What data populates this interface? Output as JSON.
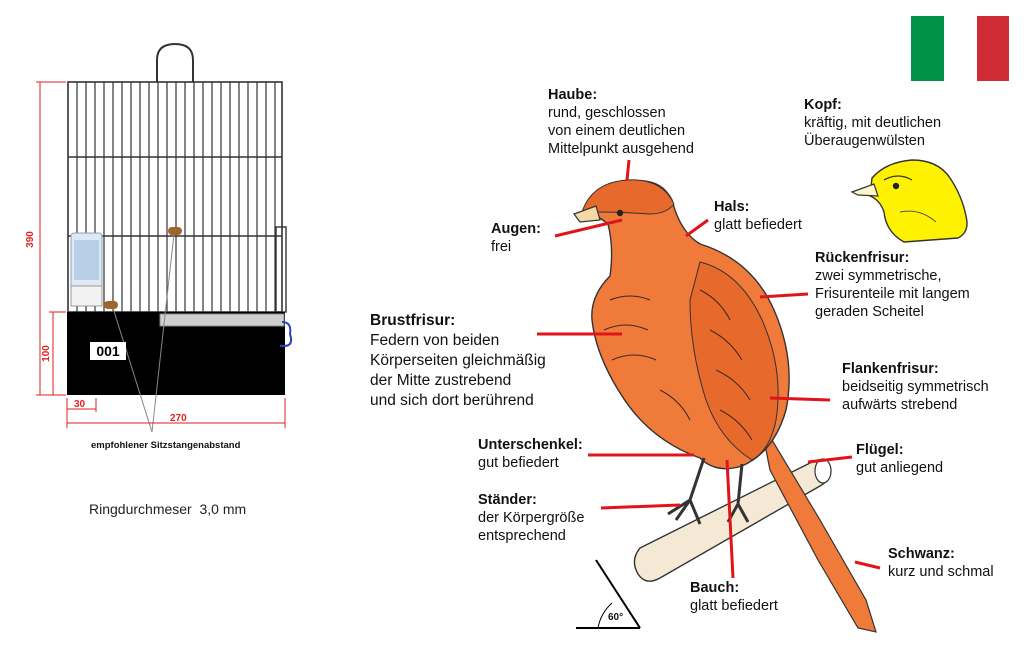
{
  "cage": {
    "dimensions": {
      "height": "390",
      "base_height": "100",
      "width": "270",
      "perch_offset": "30"
    },
    "cage_number": "001",
    "perch_note": "empfohlener Sitzstangenabstand"
  },
  "ring_note": "Ringdurchmeser  3,0 mm",
  "angle_label": "60°",
  "flag_colors": [
    "#009246",
    "#ffffff",
    "#ce2b37"
  ],
  "colors": {
    "bird": "#f07a3a",
    "leader": "#e0151b",
    "head_yellow": "#fff200",
    "cage_base": "#000000",
    "dim_red": "#d22222"
  },
  "labels": {
    "haube": {
      "title": "Haube:",
      "lines": [
        "rund, geschlossen",
        "von einem deutlichen",
        "Mittelpunkt ausgehend"
      ]
    },
    "kopf": {
      "title": "Kopf:",
      "lines": [
        "kräftig, mit deutlichen",
        "Überaugenwülsten"
      ]
    },
    "augen": {
      "title": "Augen:",
      "lines": [
        "frei"
      ]
    },
    "hals": {
      "title": "Hals:",
      "lines": [
        "glatt befiedert"
      ]
    },
    "ruecken": {
      "title": "Rückenfrisur:",
      "lines": [
        "zwei symmetrische,",
        "Frisurenteile mit langem",
        "geraden Scheitel"
      ]
    },
    "brust": {
      "title": "Brustfrisur:",
      "lines": [
        "Federn von beiden",
        "Körperseiten gleichmäßig",
        "der Mitte zustrebend",
        "und sich dort berührend"
      ]
    },
    "flanken": {
      "title": "Flankenfrisur:",
      "lines": [
        "beidseitig symmetrisch",
        "aufwärts strebend"
      ]
    },
    "unterschenkel": {
      "title": "Unterschenkel:",
      "lines": [
        "gut befiedert"
      ]
    },
    "fluegel": {
      "title": "Flügel:",
      "lines": [
        "gut anliegend"
      ]
    },
    "staender": {
      "title": "Ständer:",
      "lines": [
        "der Körpergröße",
        "entsprechend"
      ]
    },
    "schwanz": {
      "title": "Schwanz:",
      "lines": [
        "kurz und schmal"
      ]
    },
    "bauch": {
      "title": "Bauch:",
      "lines": [
        "glatt befiedert"
      ]
    }
  }
}
